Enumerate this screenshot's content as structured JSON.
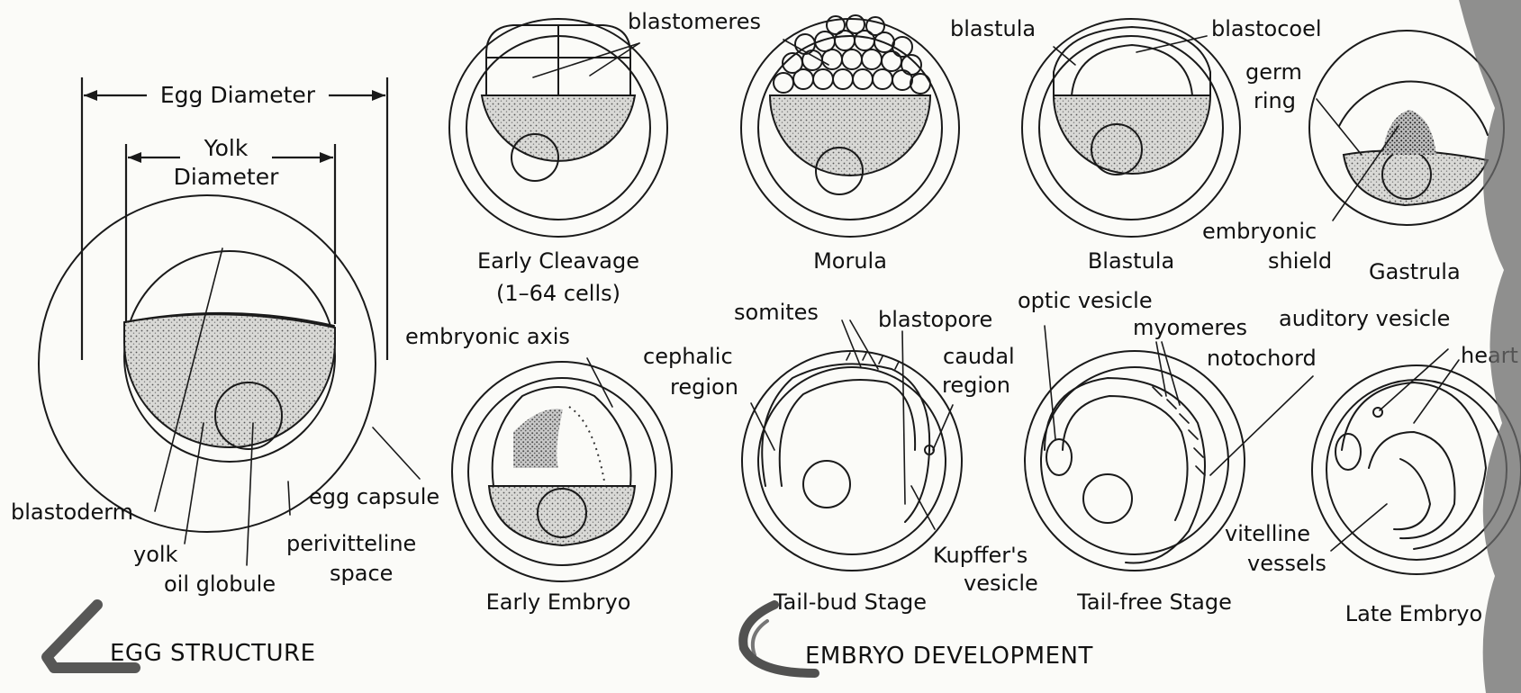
{
  "egg_structure": {
    "heading": "EGG STRUCTURE",
    "egg_diameter": "Egg Diameter",
    "yolk_diameter_line1": "Yolk",
    "yolk_diameter_line2": "Diameter",
    "blastoderm": "blastoderm",
    "yolk": "yolk",
    "oil_globule": "oil globule",
    "perivitteline_line1": "perivitteline",
    "perivitteline_line2": "space",
    "egg_capsule": "egg capsule"
  },
  "embryo_development": {
    "heading": "EMBRYO DEVELOPMENT",
    "stages": {
      "early_cleavage": {
        "name_line1": "Early Cleavage",
        "name_line2": "(1–64 cells)",
        "label_blastomeres": "blastomeres"
      },
      "morula": {
        "name": "Morula"
      },
      "blastula": {
        "name": "Blastula",
        "label_blastula": "blastula",
        "label_blastocoel": "blastocoel"
      },
      "gastrula": {
        "name": "Gastrula",
        "label_germ_ring_1": "germ",
        "label_germ_ring_2": "ring",
        "label_shield_1": "embryonic",
        "label_shield_2": "shield"
      },
      "early_embryo": {
        "name": "Early Embryo",
        "label_axis": "embryonic axis"
      },
      "tail_bud": {
        "name": "Tail-bud Stage",
        "label_somites": "somites",
        "label_blastopore": "blastopore",
        "label_cephalic_1": "cephalic",
        "label_cephalic_2": "region",
        "label_caudal_1": "caudal",
        "label_caudal_2": "region",
        "label_kupffer_1": "Kupffer's",
        "label_kupffer_2": "vesicle"
      },
      "tail_free": {
        "name": "Tail-free Stage",
        "label_optic": "optic vesicle",
        "label_myomeres": "myomeres",
        "label_notochord": "notochord"
      },
      "late_embryo": {
        "name": "Late Embryo",
        "label_auditory": "auditory vesicle",
        "label_heart": "heart",
        "label_vitelline_1": "vitelline",
        "label_vitelline_2": "vessels"
      }
    }
  },
  "colors": {
    "ink": "#1a1a1a",
    "paper": "#fbfbf8",
    "yolk_stipple": "#cfcfcf"
  }
}
